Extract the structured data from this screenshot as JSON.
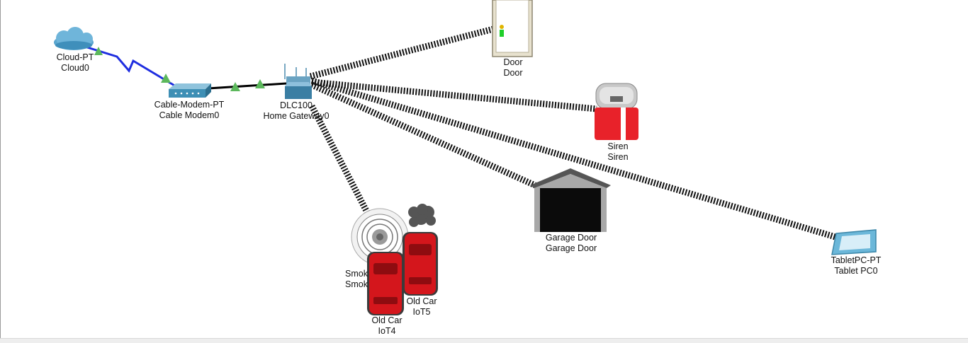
{
  "colors": {
    "cloud": "#5aa6cf",
    "serial_link": "#1f2ee0",
    "ethernet_link": "#000000",
    "wireless_link": "#111111",
    "link_up": "#5cb85c",
    "siren_red": "#e8222a",
    "car_red": "#d4161c",
    "garage_dark": "#0b0b0b",
    "tablet": "#6bb7d9"
  },
  "devices": {
    "cloud": {
      "model": "Cloud-PT",
      "name": "Cloud0",
      "icon": "cloud-icon"
    },
    "cable_modem": {
      "model": "Cable-Modem-PT",
      "name": "Cable Modem0",
      "icon": "cable-modem-icon"
    },
    "gateway": {
      "model": "DLC100",
      "name": "Home Gateway0",
      "icon": "home-gateway-icon"
    },
    "door": {
      "model": "Door",
      "name": "Door",
      "icon": "door-icon"
    },
    "siren": {
      "model": "Siren",
      "name": "Siren",
      "icon": "siren-icon"
    },
    "garage": {
      "model": "Garage Door",
      "name": "Garage Door",
      "icon": "garage-door-icon"
    },
    "tablet": {
      "model": "TabletPC-PT",
      "name": "Tablet PC0",
      "icon": "tablet-icon"
    },
    "smoke": {
      "model": "Smok",
      "name": "Smok",
      "icon": "smoke-detector-icon"
    },
    "car4": {
      "model": "Old Car",
      "name": "IoT4",
      "icon": "car-icon"
    },
    "car5": {
      "model": "Old Car",
      "name": "IoT5",
      "icon": "car-icon"
    }
  }
}
